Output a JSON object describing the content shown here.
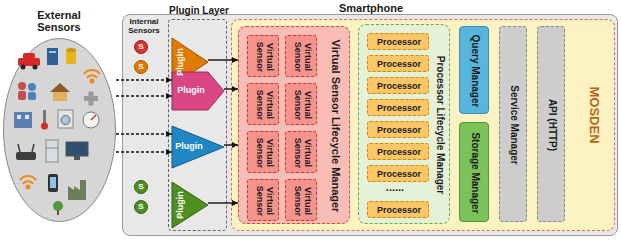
{
  "diagram": {
    "nodes": [
      {
        "text": [
          "External Sensors"
        ]
      },
      {
        "text": [
          "Smartphone"
        ]
      },
      {
        "text": [
          "Plugin Layer"
        ],
        "in": 1
      },
      {
        "text": [
          "S"
        ],
        "in": 1
      },
      {
        "text": [
          "S"
        ],
        "in": 1
      },
      {
        "text": [
          "S"
        ],
        "in": 1
      },
      {
        "text": [
          "S"
        ],
        "in": 1
      },
      {
        "text": [
          "Plugin"
        ],
        "in": 2
      },
      {
        "text": [
          "Plugin"
        ],
        "in": 2
      },
      {
        "text": [
          "Plugin"
        ],
        "in": 2
      },
      {
        "text": [
          "Plugin"
        ],
        "in": 2
      },
      {
        "text": [
          "MOSDEN"
        ],
        "in": 1
      },
      {
        "text": [
          "Virtual Sensor Lifecycle Manager"
        ],
        "in": 11
      },
      {
        "text": [
          "Virtual Sensor"
        ],
        "in": 12
      },
      {
        "text": [
          "Virtual Sensor"
        ],
        "in": 12
      },
      {
        "text": [
          "Virtual Sensor"
        ],
        "in": 12
      },
      {
        "text": [
          "Virtual Sensor"
        ],
        "in": 12
      },
      {
        "text": [
          "Virtual Sensor"
        ],
        "in": 12
      },
      {
        "text": [
          "Virtual Sensor"
        ],
        "in": 12
      },
      {
        "text": [
          "Virtual Sensor"
        ],
        "in": 12
      },
      {
        "text": [
          "Virtual Sensor"
        ],
        "in": 12
      },
      {
        "text": [
          "Processor Lifecycle Manager"
        ],
        "in": 11
      },
      {
        "text": [
          "Processor"
        ],
        "in": 21
      },
      {
        "text": [
          "Processor"
        ],
        "in": 21
      },
      {
        "text": [
          "Processor"
        ],
        "in": 21
      },
      {
        "text": [
          "Processor"
        ],
        "in": 21
      },
      {
        "text": [
          "Processor"
        ],
        "in": 21
      },
      {
        "text": [
          "Processor"
        ],
        "in": 21
      },
      {
        "text": [
          "Processor"
        ],
        "in": 21
      },
      {
        "text": [
          "Processor"
        ],
        "in": 21
      },
      {
        "text": [
          "Query Manager"
        ],
        "in": 11
      },
      {
        "text": [
          "Storage Manager"
        ],
        "in": 11
      },
      {
        "text": [
          "Service Manager"
        ],
        "in": 11
      },
      {
        "text": [
          "API (HTTP)"
        ],
        "in": 11
      }
    ],
    "edges": [
      {
        "from": 0,
        "to": 8,
        "arrow": "to"
      },
      {
        "from": 0,
        "to": 8,
        "arrow": "to"
      },
      {
        "from": 0,
        "to": 9,
        "arrow": "to"
      },
      {
        "from": 0,
        "to": 9,
        "arrow": "to"
      },
      {
        "from": 7,
        "to": 12,
        "arrow": "to"
      },
      {
        "from": 8,
        "to": 12,
        "arrow": "to"
      },
      {
        "from": 9,
        "to": 12,
        "arrow": "to"
      },
      {
        "from": 10,
        "to": 12,
        "arrow": "to"
      }
    ],
    "labels": [
      "Internal Sensors",
      "......"
    ]
  }
}
